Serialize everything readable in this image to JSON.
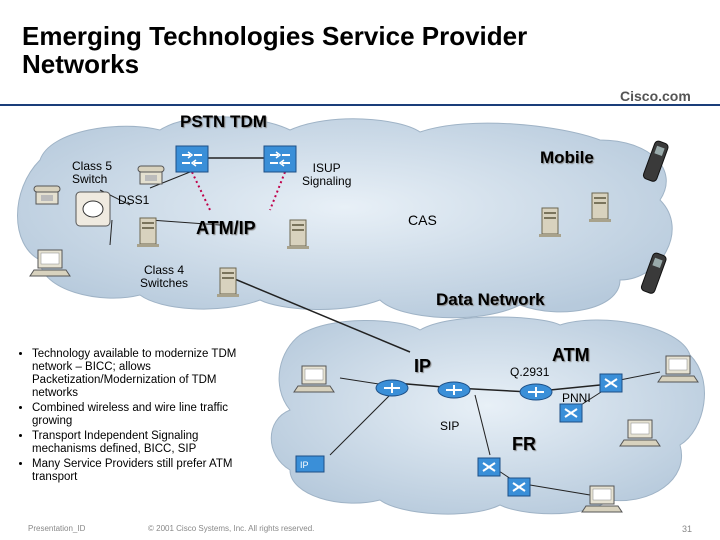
{
  "title": "Emerging Technologies Service  Provider Networks",
  "logo": "Cisco.com",
  "labels": {
    "pstn_tdm": "PSTN TDM",
    "class5": "Class 5\nSwitch",
    "isup": "ISUP\nSignaling",
    "mobile": "Mobile",
    "dss1": "DSS1",
    "atm_ip": "ATM/IP",
    "cas": "CAS",
    "class4": "Class 4\nSwitches",
    "data_network": "Data Network",
    "ip": "IP",
    "atm": "ATM",
    "q2931": "Q.2931",
    "pnni": "PNNI",
    "sip": "SIP",
    "fr": "FR",
    "ip_phone": "IP"
  },
  "bullets": [
    "Technology available to modernize TDM network – BICC;  allows Packetization/Modernization of TDM networks",
    "Combined wireless and wire line traffic growing",
    "Transport Independent Signaling mechanisms defined, BICC, SIP",
    "Many Service Providers still prefer ATM transport"
  ],
  "footer": {
    "left": "Presentation_ID",
    "center": "© 2001 Cisco Systems, Inc. All rights reserved.",
    "page": "31"
  },
  "colors": {
    "title_rule": "#1a3e7a",
    "cloud": "#c9d8e6",
    "switch": "#3a8fd8",
    "signal_link": "#c0004a"
  }
}
